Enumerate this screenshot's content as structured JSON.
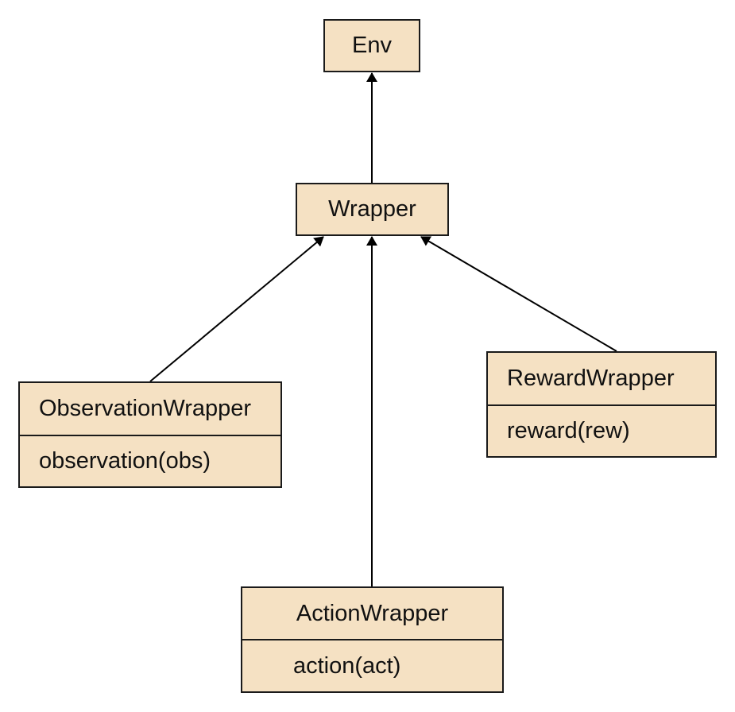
{
  "nodes": {
    "env": {
      "name": "Env"
    },
    "wrapper": {
      "name": "Wrapper"
    },
    "observation_wrapper": {
      "name": "ObservationWrapper",
      "method": "observation(obs)"
    },
    "reward_wrapper": {
      "name": "RewardWrapper",
      "method": "reward(rew)"
    },
    "action_wrapper": {
      "name": "ActionWrapper",
      "method": "action(act)"
    }
  },
  "edges": [
    {
      "from": "wrapper",
      "to": "env"
    },
    {
      "from": "observation_wrapper",
      "to": "wrapper"
    },
    {
      "from": "action_wrapper",
      "to": "wrapper"
    },
    {
      "from": "reward_wrapper",
      "to": "wrapper"
    }
  ],
  "colors": {
    "box_fill": "#f5e1c3",
    "box_border": "#1a1a1a",
    "edge": "#000000"
  }
}
